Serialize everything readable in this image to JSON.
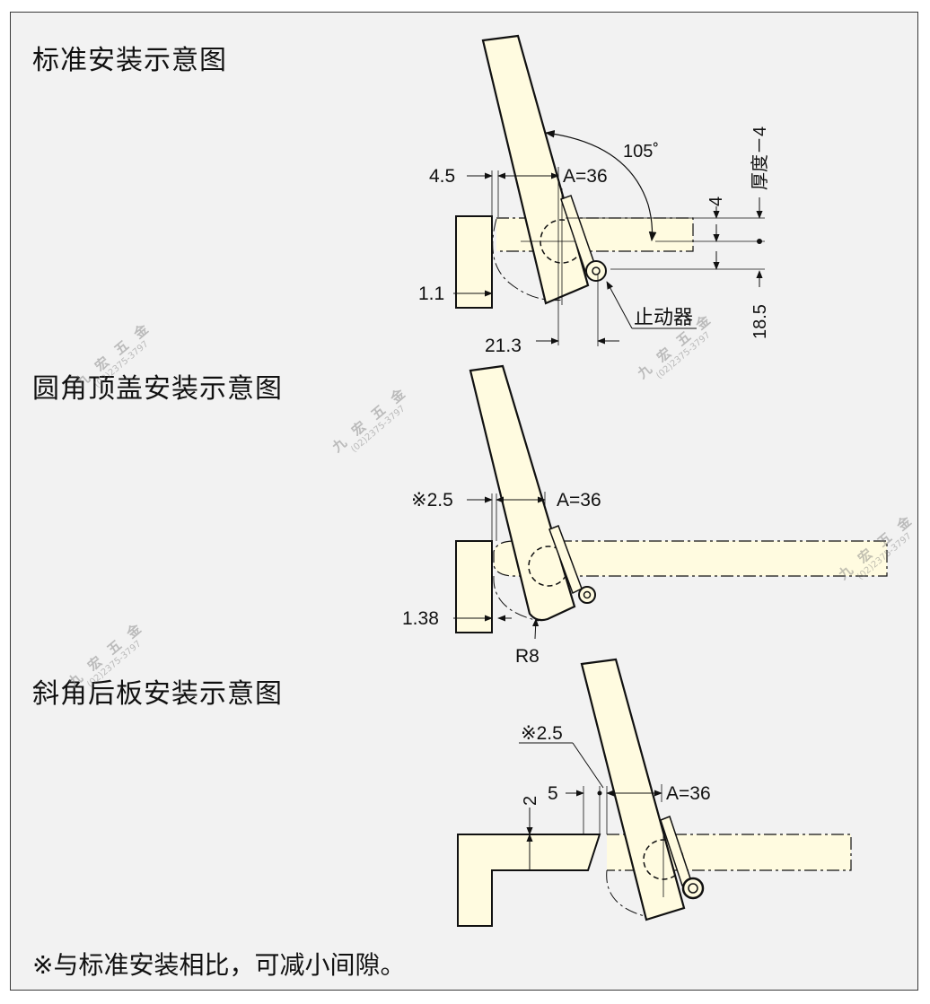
{
  "titles": {
    "standard": "标准安装示意图",
    "round": "圆角顶盖安装示意图",
    "bevel": "斜角后板安装示意图"
  },
  "footnote": "※与标准安装相比，可减小间隙。",
  "standard": {
    "d_4_5": "4.5",
    "d_a": "A=36",
    "d_angle": "105˚",
    "d_thickness": "厚度－4",
    "d_4": "4",
    "d_1_1": "1.1",
    "d_stopper": "止动器",
    "d_18_5": "18.5",
    "d_21_3": "21.3"
  },
  "round": {
    "d_2_5": "※2.5",
    "d_a": "A=36",
    "d_1_38": "1.38",
    "d_r8": "R8"
  },
  "bevel": {
    "d_2_5": "※2.5",
    "d_5": "5",
    "d_a": "A=36",
    "d_2": "2"
  },
  "watermark": {
    "name": "九 宏 五 金",
    "phone": "(02)2375-3797"
  },
  "colors": {
    "fill": "#fffbe0",
    "frame_bg": "#f2f2f2",
    "line": "#111111"
  }
}
